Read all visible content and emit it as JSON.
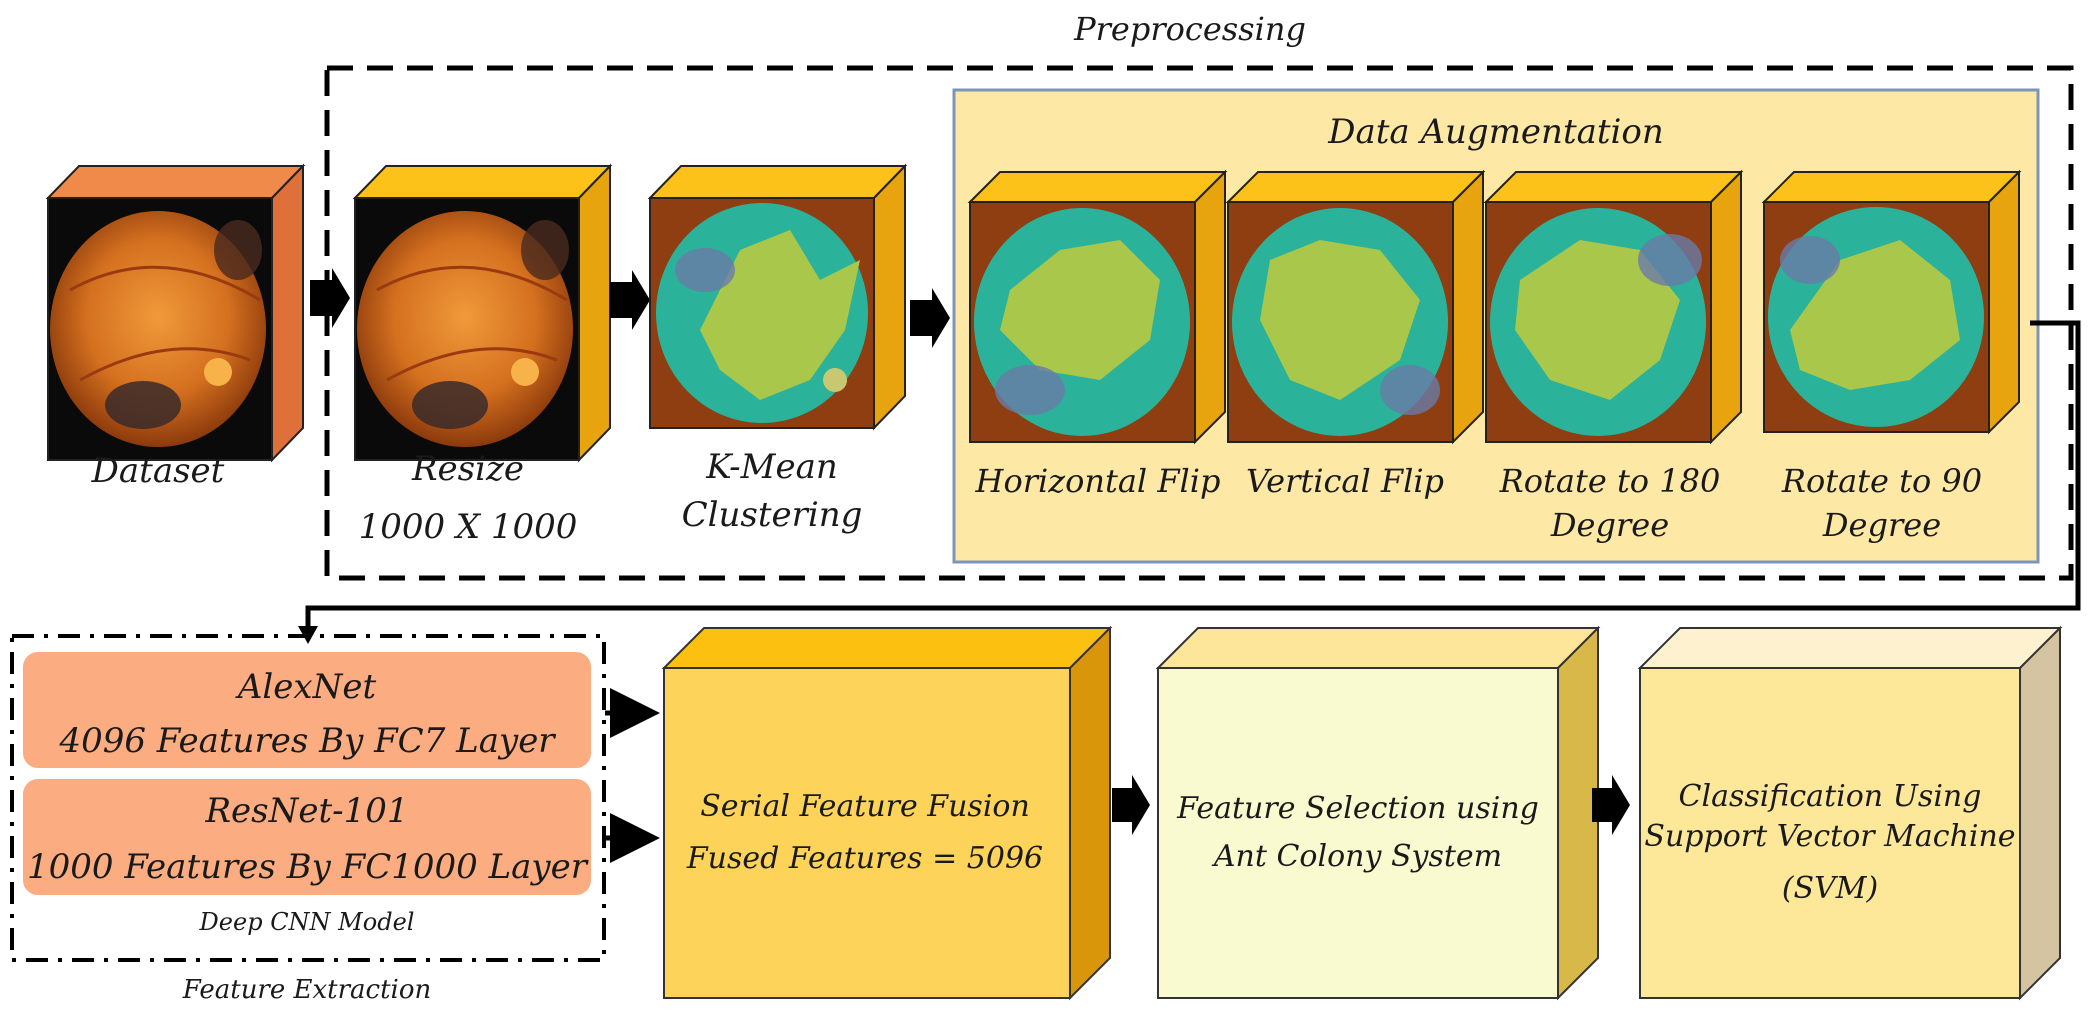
{
  "preprocessing": {
    "title": "Preprocessing",
    "dataset_label": "Dataset",
    "resize_label_1": "Resize",
    "resize_label_2": "1000 X 1000",
    "kmean_label_1": "K-Mean",
    "kmean_label_2": "Clustering",
    "augmentation": {
      "title": "Data Augmentation",
      "items": [
        {
          "label_1": "Horizontal Flip",
          "label_2": ""
        },
        {
          "label_1": "Vertical Flip",
          "label_2": ""
        },
        {
          "label_1": "Rotate to 180",
          "label_2": "Degree"
        },
        {
          "label_1": "Rotate to 90",
          "label_2": "Degree"
        }
      ]
    }
  },
  "feature_extraction": {
    "title": "Feature Extraction",
    "model_caption": "Deep CNN Model",
    "alexnet_name": "AlexNet",
    "alexnet_features": "4096 Features By FC7 Layer",
    "resnet_name": "ResNet-101",
    "resnet_features": "1000 Features By FC1000 Layer"
  },
  "fusion": {
    "line_1": "Serial Feature Fusion",
    "line_2": "Fused Features = 5096"
  },
  "selection": {
    "line_1": "Feature Selection using",
    "line_2": "Ant Colony System"
  },
  "classification": {
    "line_1": "Classification Using",
    "line_2": "Support Vector Machine",
    "line_3": "(SVM)"
  },
  "colors": {
    "fundus_orange": "#c8621c",
    "cluster_teal": "#2ab39a",
    "cluster_green": "#a9c74a",
    "aug_panel": "#fde8a6",
    "feature_box": "#fbac80",
    "fusion_box": "#fdd35a",
    "selection_box": "#fafad0",
    "classification_box": "#fde89a"
  }
}
